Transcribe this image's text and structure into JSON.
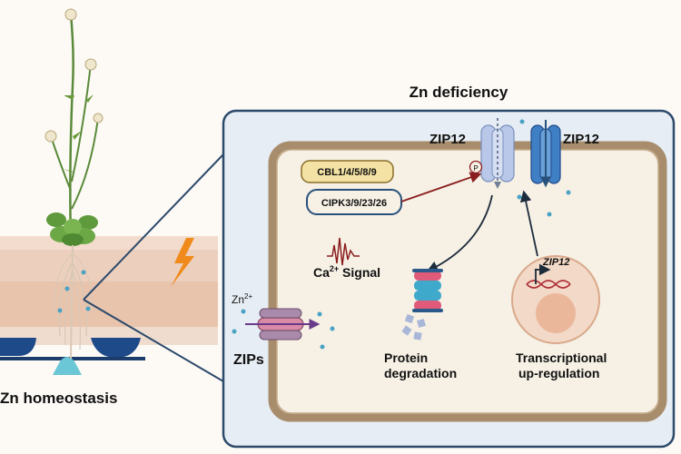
{
  "title": "Zn deficiency",
  "left_caption": "Zn homeostasis",
  "labels": {
    "zip12_phos": "ZIP12",
    "zip12_new": "ZIP12",
    "phospho": "P",
    "cbl": "CBL1/4/5/8/9",
    "cipk": "CIPK3/9/23/26",
    "ca_signal": "Ca",
    "ca_sup": "2+",
    "ca_signal_suffix": " Signal",
    "zn_ion": "Zn",
    "zn_sup": "2+",
    "zips": "ZIPs",
    "protein_deg_1": "Protein",
    "protein_deg_2": "degradation",
    "transcr_1": "Transcriptional",
    "transcr_2": "up-regulation",
    "gene": "ZIP12"
  },
  "icons": [
    "plant-icon",
    "lightning-icon",
    "ca-signal-wave-icon",
    "transporter-icon",
    "proteasome-icon",
    "nucleus-icon",
    "dna-icon",
    "zn-ion-icon"
  ],
  "colors": {
    "panel_bg": "#e6edf4",
    "panel_border": "#2d4a6b",
    "cell_wall": "#a88d6d",
    "cytoplasm": "#f6f0e5",
    "soil_top": "#f3dccd",
    "soil_mid": "#e8c4ad",
    "zn_ion": "#4aa3c4",
    "arrow_red": "#8b1e1e",
    "cbl_fill": "#f3e2a3",
    "lightning": "#f08a1a"
  }
}
